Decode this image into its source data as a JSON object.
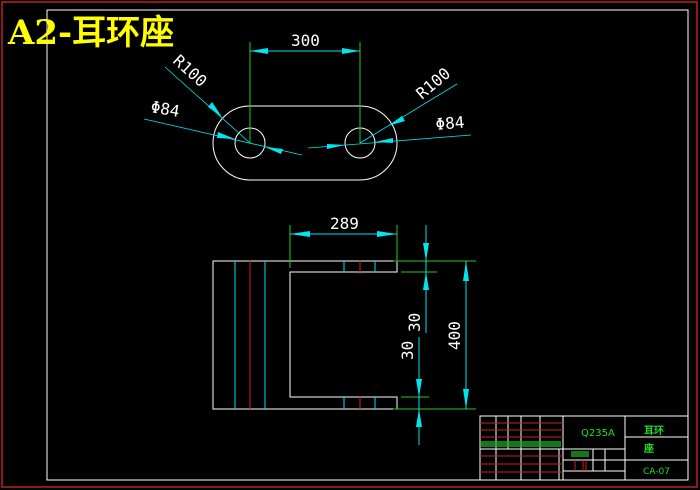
{
  "drawing_title": "A2-耳环座",
  "top_view": {
    "dim_center_distance": "300",
    "left_radius": "R100",
    "left_diameter": "Φ84",
    "right_radius": "R100",
    "right_diameter": "Φ84"
  },
  "front_view": {
    "dim_width": "289",
    "dim_height": "400",
    "dim_top_thickness": "30",
    "dim_bottom_thickness": "30"
  },
  "title_block": {
    "material": "Q235A",
    "part_name_1": "耳环",
    "part_name_2": "座",
    "drawing_number": "CA-07"
  },
  "colors": {
    "frame_outer": "#8b1a1a",
    "frame_inner": "#ffffff",
    "dimension": "#00e5ee",
    "extension": "#22cc22",
    "centerline": "#cc2222",
    "title": "#ffff00"
  }
}
